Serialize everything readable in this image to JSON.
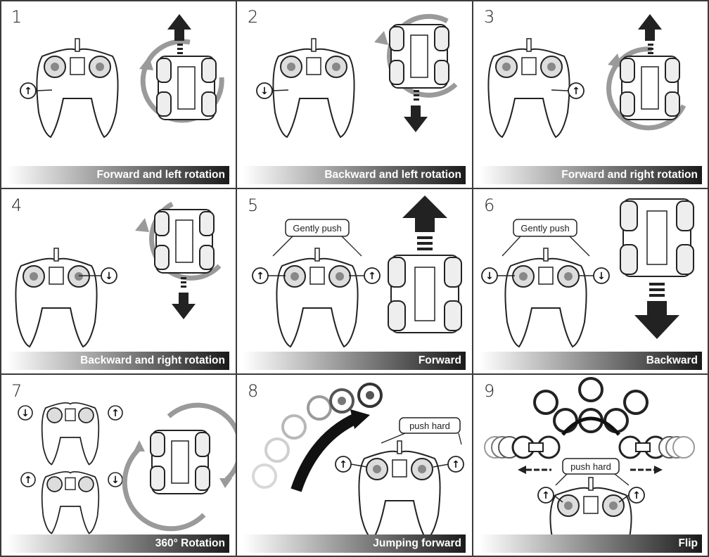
{
  "panels": [
    {
      "number": "1",
      "caption": "Forward and left rotation"
    },
    {
      "number": "2",
      "caption": "Backward and left rotation"
    },
    {
      "number": "3",
      "caption": "Forward and right rotation"
    },
    {
      "number": "4",
      "caption": "Backward and right rotation"
    },
    {
      "number": "5",
      "caption": "Forward",
      "note": "Gently push"
    },
    {
      "number": "6",
      "caption": "Backward",
      "note": "Gently push"
    },
    {
      "number": "7",
      "caption": "360° Rotation"
    },
    {
      "number": "8",
      "caption": "Jumping forward",
      "note": "push hard"
    },
    {
      "number": "9",
      "caption": "Flip",
      "note": "push hard"
    }
  ],
  "glyphs": {
    "up": "↑",
    "down": "↓"
  },
  "colors": {
    "caption_dark": "#1a1a1a",
    "rotation_ring": "#9a9a9a",
    "arrow": "#222222"
  }
}
